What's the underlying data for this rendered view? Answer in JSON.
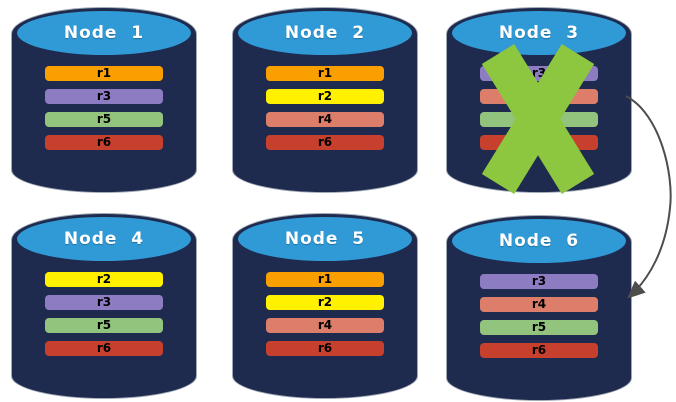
{
  "diagram": {
    "description": "Database replication failover diagram",
    "colors": {
      "background": "#FFFFFF",
      "cylinder_body": "#1E2A4E",
      "cylinder_top": "#2F9AD6",
      "cylinder_outline": "#9FA8B4",
      "title_text": "#FFFFFF",
      "bar_text": "#000000"
    },
    "failure_x": {
      "color": "#8DC63F",
      "on_node": "Node 3"
    },
    "arrow": {
      "color": "#4D4D4D",
      "from": "Node 3",
      "to": "Node 6"
    },
    "nodes": [
      {
        "title": "Node  1",
        "bars": [
          {
            "label": "r1",
            "color": "#F9A000"
          },
          {
            "label": "r3",
            "color": "#8E7CC3"
          },
          {
            "label": "r5",
            "color": "#93C47D"
          },
          {
            "label": "r6",
            "color": "#C7402D"
          }
        ]
      },
      {
        "title": "Node  2",
        "bars": [
          {
            "label": "r1",
            "color": "#F9A000"
          },
          {
            "label": "r2",
            "color": "#FFF100"
          },
          {
            "label": "r4",
            "color": "#DD7E6B"
          },
          {
            "label": "r6",
            "color": "#C7402D"
          }
        ]
      },
      {
        "title": "Node  3",
        "failed": true,
        "bars": [
          {
            "label": "r3",
            "color": "#8E7CC3"
          },
          {
            "label": "",
            "color": "#DD7E6B"
          },
          {
            "label": "",
            "color": "#93C47D"
          },
          {
            "label": "",
            "color": "#C7402D"
          }
        ]
      },
      {
        "title": "Node  4",
        "bars": [
          {
            "label": "r2",
            "color": "#FFF100"
          },
          {
            "label": "r3",
            "color": "#8E7CC3"
          },
          {
            "label": "r5",
            "color": "#93C47D"
          },
          {
            "label": "r6",
            "color": "#C7402D"
          }
        ]
      },
      {
        "title": "Node  5",
        "bars": [
          {
            "label": "r1",
            "color": "#F9A000"
          },
          {
            "label": "r2",
            "color": "#FFF100"
          },
          {
            "label": "r4",
            "color": "#DD7E6B"
          },
          {
            "label": "r6",
            "color": "#C7402D"
          }
        ]
      },
      {
        "title": "Node  6",
        "bars": [
          {
            "label": "r3",
            "color": "#8E7CC3"
          },
          {
            "label": "r4",
            "color": "#DD7E6B"
          },
          {
            "label": "r5",
            "color": "#93C47D"
          },
          {
            "label": "r6",
            "color": "#C7402D"
          }
        ]
      }
    ]
  }
}
